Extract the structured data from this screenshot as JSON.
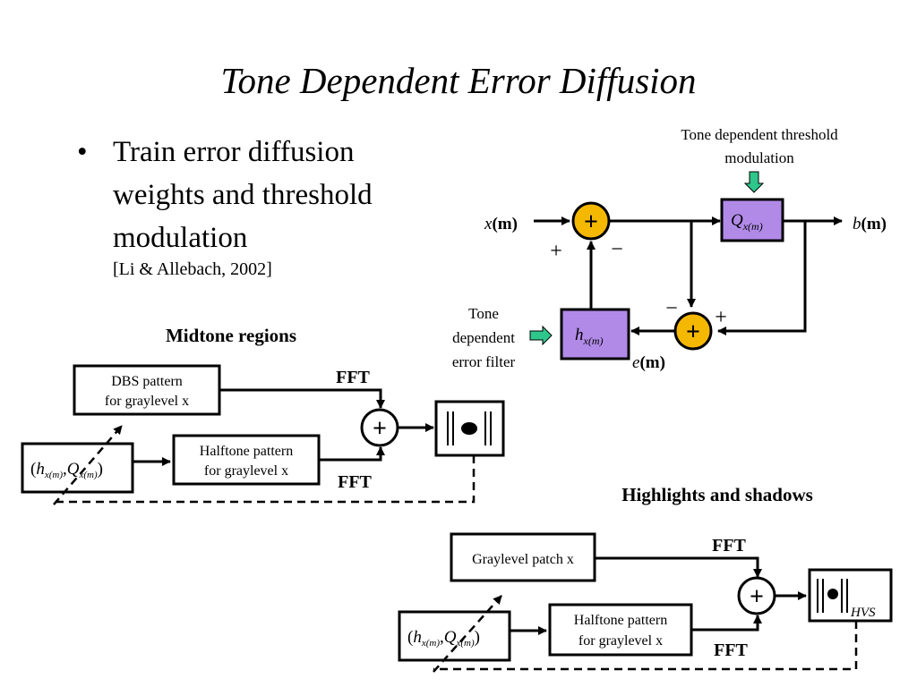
{
  "slide": {
    "title": "Tone Dependent Error Diffusion",
    "bullet": "Train error diffusion weights and threshold modulation",
    "citation": "[Li & Allebach, 2002]"
  },
  "block_diagram": {
    "top_label_line1": "Tone dependent threshold",
    "top_label_line2": "modulation",
    "input_x": "x",
    "input_m": "(m)",
    "quantizer_q": "Q",
    "quantizer_sub": "x(m)",
    "output_b": "b",
    "output_m": "(m)",
    "filter_h": "h",
    "filter_sub": "x(m)",
    "error_e": "e",
    "error_m": "(m)",
    "filter_label_line1": "Tone",
    "filter_label_line2": "dependent",
    "filter_label_line3": "error filter",
    "plus_sign": "+",
    "minus_sign": "−",
    "colors": {
      "summer": "#F5B800",
      "box": "#B18AE8",
      "arrow": "#2EC68A"
    }
  },
  "midtone": {
    "heading": "Midtone regions",
    "dbs_line1": "DBS pattern",
    "dbs_line2": "for graylevel x",
    "halftone_line1": "Halftone pattern",
    "halftone_line2": "for graylevel x",
    "fft_top": "FFT",
    "fft_bottom": "FFT",
    "param_h": "h",
    "param_sub": "x(m)",
    "param_q": "Q"
  },
  "highlights": {
    "heading": "Highlights and shadows",
    "patch": "Graylevel patch x",
    "halftone_line1": "Halftone pattern",
    "halftone_line2": "for graylevel x",
    "fft_top": "FFT",
    "fft_bottom": "FFT",
    "hvs": "HVS",
    "param_h": "h",
    "param_sub": "x(m)",
    "param_q": "Q"
  }
}
